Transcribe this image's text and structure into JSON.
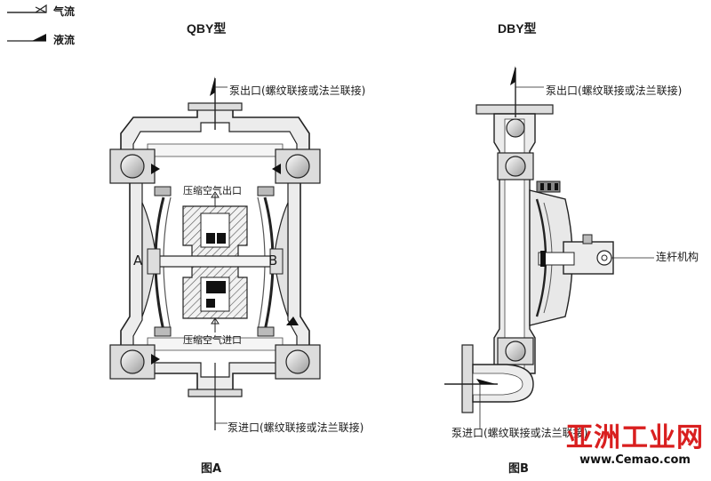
{
  "legend": {
    "gas": "气流",
    "liquid": "液流"
  },
  "titles": {
    "qby": "QBY型",
    "dby": "DBY型"
  },
  "figA": {
    "outlet": "泵出口(螺纹联接或法兰联接)",
    "air_out": "压缩空气出口",
    "air_in": "压缩空气进口",
    "inlet": "泵进口(螺纹联接或法兰联接)",
    "side_a": "A",
    "side_b": "B",
    "caption": "图A"
  },
  "figB": {
    "outlet": "泵出口(螺纹联接或法兰联接)",
    "linkage": "连杆机构",
    "inlet": "泵进口(螺纹联接或法兰联接)",
    "caption": "图B"
  },
  "watermark": {
    "brand": "亚洲工业网",
    "site": "www.Cemao.com"
  }
}
